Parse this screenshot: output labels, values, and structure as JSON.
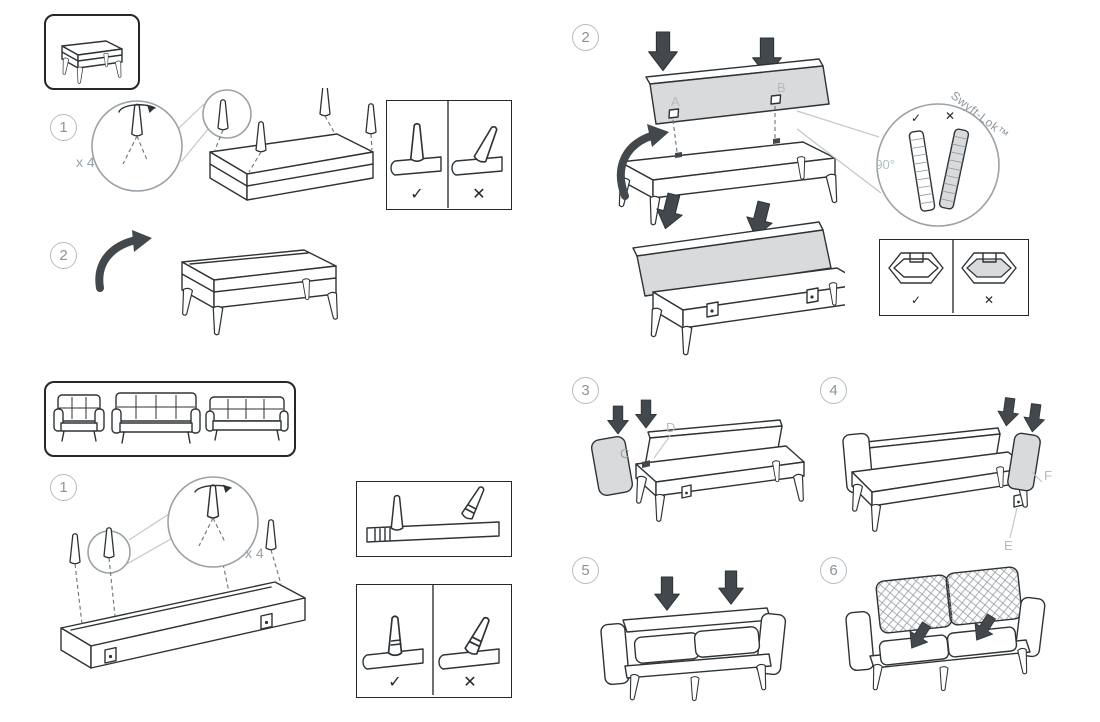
{
  "steps": {
    "ottoman1": "1",
    "ottoman2": "2",
    "sofa1": "1",
    "sofa2": "2",
    "sofa3": "3",
    "sofa4": "4",
    "sofa5": "5",
    "sofa6": "6"
  },
  "annotations": {
    "quantity": "x 4",
    "angle": "90°",
    "brand": "Swyft-Lok™"
  },
  "labels": {
    "a": "A",
    "b": "B",
    "c": "C",
    "d": "D",
    "e": "E",
    "f": "F"
  },
  "icons": {
    "check": "✓",
    "cross": "✕",
    "block_arrow": "block-down-arrow",
    "curved_arrow": "curved-flip-arrow",
    "magnifier": "zoom-detail-circle"
  },
  "colors": {
    "line": "#2e3336",
    "panel_gray": "#d8dadb",
    "arrow_fill": "#43484c",
    "label_gray": "#b3bcc1",
    "badge_gray": "#8b949a"
  }
}
